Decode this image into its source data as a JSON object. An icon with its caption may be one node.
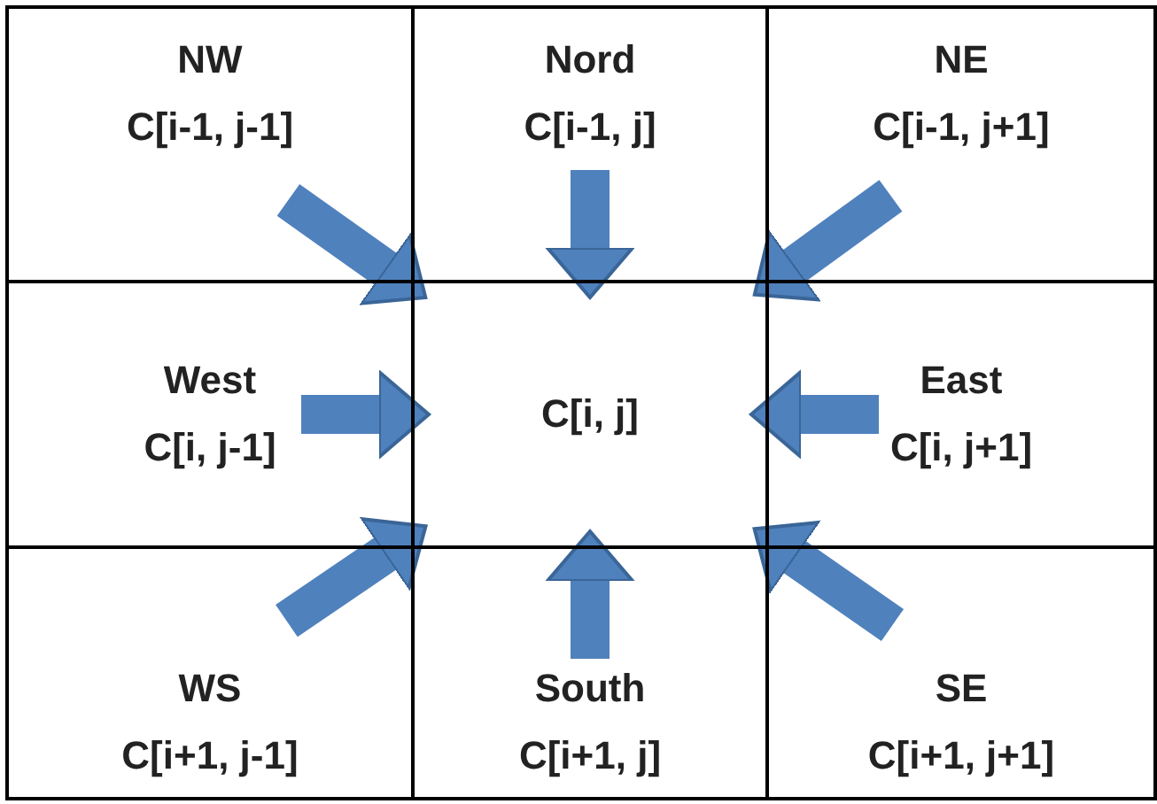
{
  "diagram": {
    "nodes": [
      {
        "text": [
          "NW",
          "C[i-1, j-1]"
        ]
      },
      {
        "text": [
          "Nord",
          "C[i-1, j]"
        ]
      },
      {
        "text": [
          "NE",
          "C[i-1, j+1]"
        ]
      },
      {
        "text": [
          "West",
          "C[i, j-1]"
        ]
      },
      {
        "text": [
          "C[i, j]"
        ]
      },
      {
        "text": [
          "East",
          "C[i, j+1]"
        ]
      },
      {
        "text": [
          "WS",
          "C[i+1, j-1]"
        ]
      },
      {
        "text": [
          "South",
          "C[i+1, j]"
        ]
      },
      {
        "text": [
          "SE",
          "C[i+1, j+1]"
        ]
      }
    ],
    "edges": [
      {
        "from": 0,
        "to": 4,
        "arrow": "to"
      },
      {
        "from": 1,
        "to": 4,
        "arrow": "to"
      },
      {
        "from": 2,
        "to": 4,
        "arrow": "to"
      },
      {
        "from": 3,
        "to": 4,
        "arrow": "to"
      },
      {
        "from": 5,
        "to": 4,
        "arrow": "to"
      },
      {
        "from": 6,
        "to": 4,
        "arrow": "to"
      },
      {
        "from": 7,
        "to": 4,
        "arrow": "to"
      },
      {
        "from": 8,
        "to": 4,
        "arrow": "to"
      }
    ]
  }
}
